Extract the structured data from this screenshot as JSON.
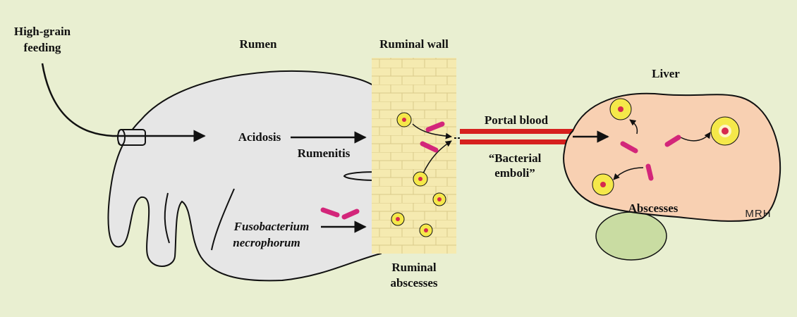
{
  "labels": {
    "high_grain_line1": "High-grain",
    "high_grain_line2": "feeding",
    "rumen": "Rumen",
    "ruminal_wall": "Ruminal wall",
    "liver": "Liver",
    "acidosis": "Acidosis",
    "rumenitis": "Rumenitis",
    "portal_blood": "Portal blood",
    "bacterial_emboli_line1": "“Bacterial",
    "bacterial_emboli_line2": "emboli”",
    "fuso_line1": "Fusobacterium",
    "fuso_line2": "necrophorum",
    "ruminal_abscesses_line1": "Ruminal",
    "ruminal_abscesses_line2": "abscesses",
    "abscesses": "Abscesses",
    "signature": "MRH"
  },
  "colors": {
    "background": "#e9efd1",
    "rumen_fill": "#e6e6e6",
    "wall_fill": "#f5eab0",
    "liver_fill": "#f8d0b2",
    "gallbladder_fill": "#c9dca2",
    "portal_vessel": "#d6201e",
    "bacteria": "#d3267a",
    "abscess_ring": "#f5e84a",
    "abscess_core": "#d62a4e"
  }
}
